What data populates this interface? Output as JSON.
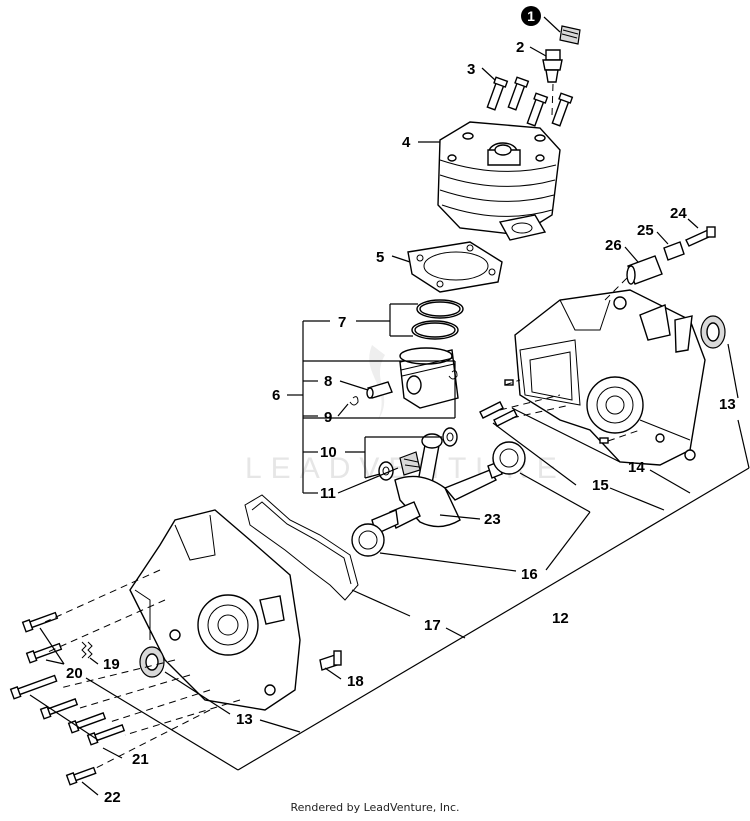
{
  "callouts": {
    "c1": "1",
    "c2": "2",
    "c3": "3",
    "c4": "4",
    "c5": "5",
    "c6": "6",
    "c7": "7",
    "c8": "8",
    "c9": "9",
    "c10": "10",
    "c11": "11",
    "c12": "12",
    "c13a": "13",
    "c13b": "13",
    "c14": "14",
    "c15": "15",
    "c16": "16",
    "c17": "17",
    "c18": "18",
    "c19": "19",
    "c20": "20",
    "c21": "21",
    "c22": "22",
    "c23": "23",
    "c24": "24",
    "c25": "25",
    "c26": "26"
  },
  "watermark": "LEADVENTURE",
  "footer": "Rendered by LeadVenture, Inc."
}
